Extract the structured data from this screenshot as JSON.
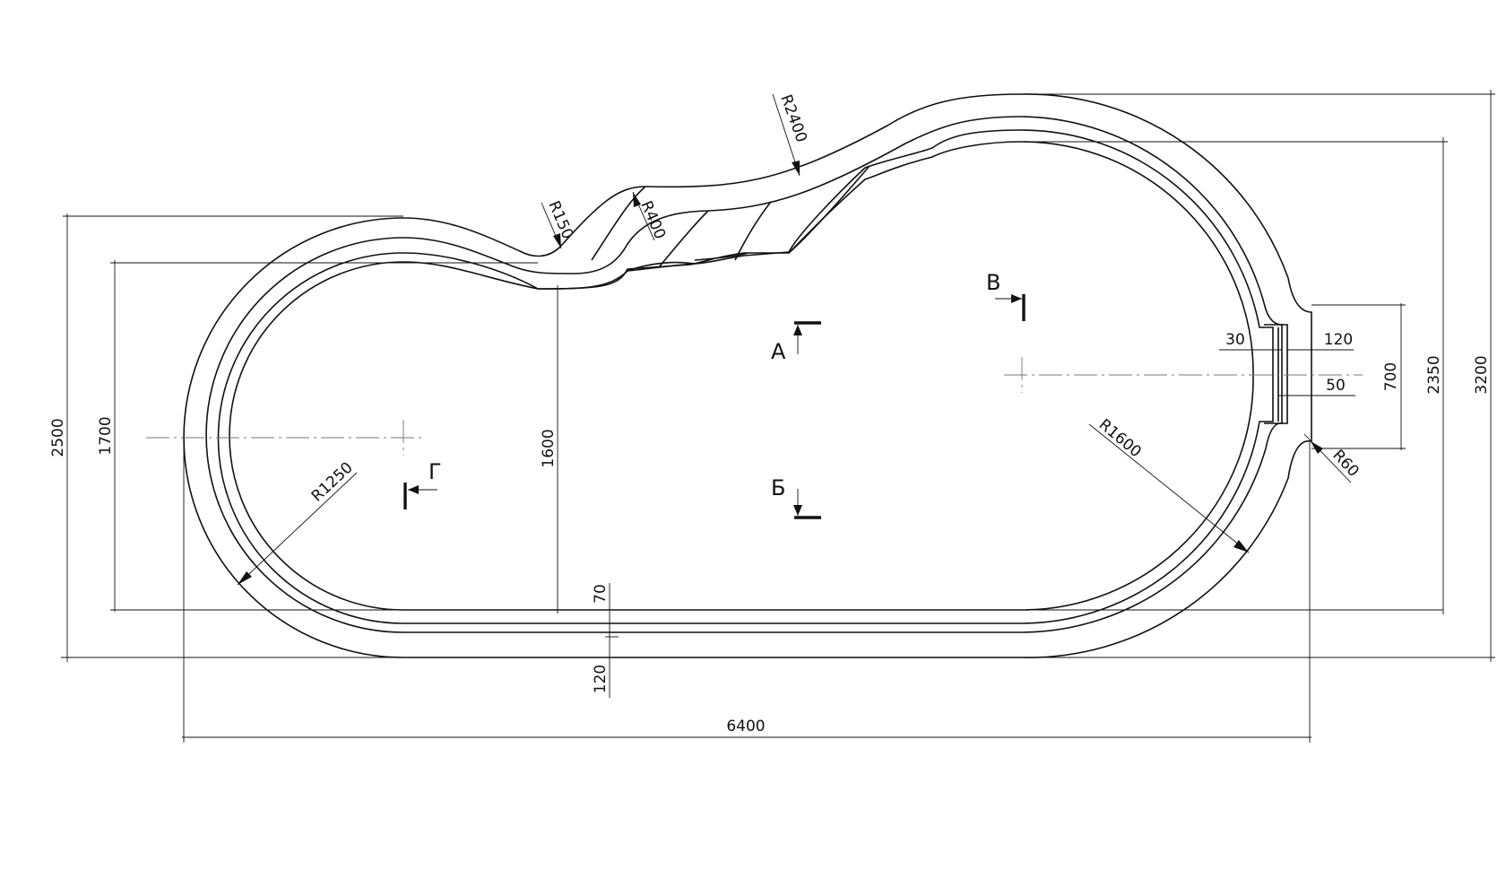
{
  "dimensions": {
    "overall_length": "6400",
    "left_height_outer": "2500",
    "left_height_inner": "1700",
    "right_height_outer": "3200",
    "right_height_inner": "2350",
    "center_depth": "1600",
    "wall_70": "70",
    "wall_120": "120",
    "skimmer_width": "700",
    "skimmer_30": "30",
    "skimmer_120": "120",
    "skimmer_50": "50"
  },
  "radii": {
    "r1250": "R1250",
    "r1600": "R1600",
    "r2400": "R2400",
    "r150": "R150",
    "r400": "R400",
    "r60": "R60"
  },
  "sections": {
    "a": "А",
    "b": "Б",
    "v": "В",
    "g": "Г"
  }
}
